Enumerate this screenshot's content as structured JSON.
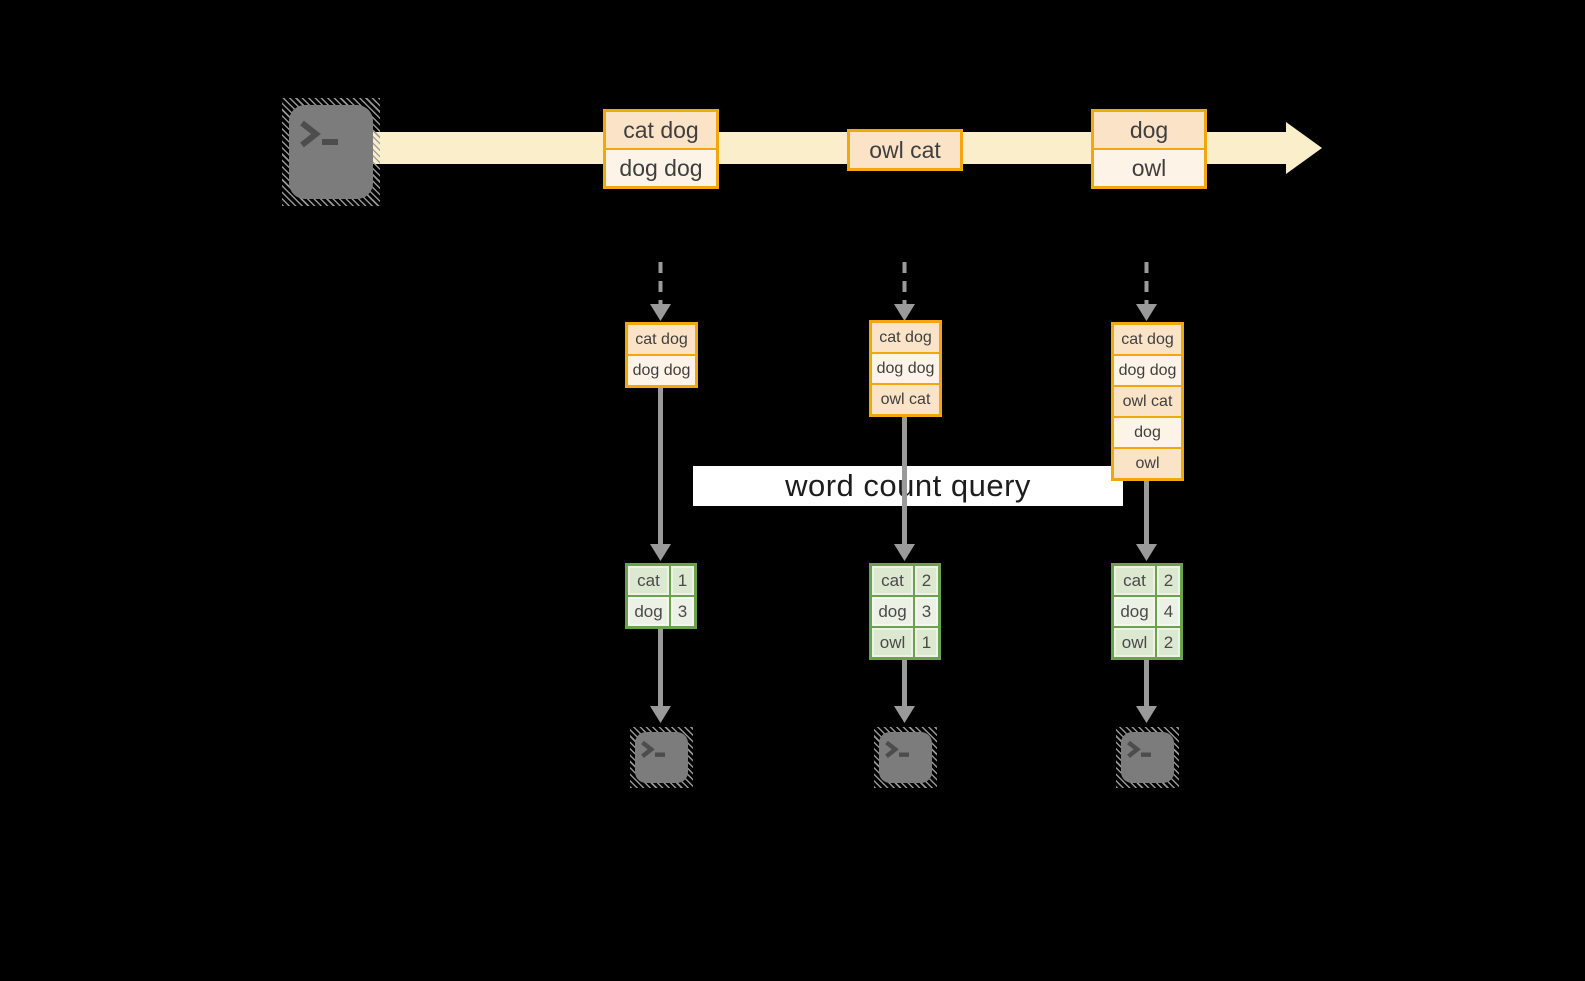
{
  "banner": {
    "label": "word count query"
  },
  "source": {
    "icon": "terminal-icon"
  },
  "stream_events": [
    {
      "rows": [
        "cat dog",
        "dog dog"
      ]
    },
    {
      "rows": [
        "owl cat"
      ]
    },
    {
      "rows": [
        "dog",
        "owl"
      ]
    }
  ],
  "columns": [
    {
      "window_rows": [
        "cat dog",
        "dog dog"
      ],
      "counts": [
        {
          "word": "cat",
          "count": "1"
        },
        {
          "word": "dog",
          "count": "3"
        }
      ]
    },
    {
      "window_rows": [
        "cat dog",
        "dog dog",
        "owl cat"
      ],
      "counts": [
        {
          "word": "cat",
          "count": "2"
        },
        {
          "word": "dog",
          "count": "3"
        },
        {
          "word": "owl",
          "count": "1"
        }
      ]
    },
    {
      "window_rows": [
        "cat dog",
        "dog dog",
        "owl cat",
        "dog",
        "owl"
      ],
      "counts": [
        {
          "word": "cat",
          "count": "2"
        },
        {
          "word": "dog",
          "count": "4"
        },
        {
          "word": "owl",
          "count": "2"
        }
      ]
    }
  ],
  "colors": {
    "background": "#000000",
    "stream_band": "#faeecb",
    "event_border": "#f0a80e",
    "event_fill_dark": "#fbe3c7",
    "event_fill_light": "#fdf3e6",
    "table_border": "#6ba24b",
    "table_fill_dark": "#dde8d0",
    "table_fill_light": "#ecf1e5",
    "arrow": "#9a9a9a",
    "terminal": "#7c7c7c"
  }
}
